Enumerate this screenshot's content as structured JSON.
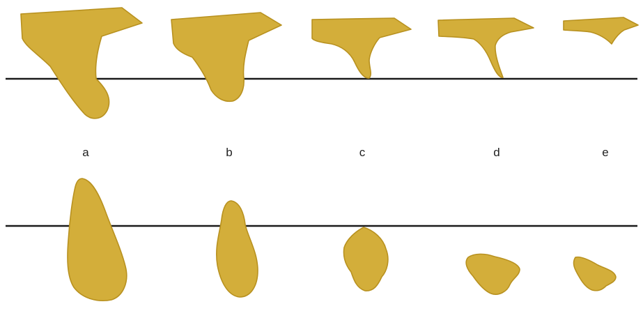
{
  "labels": [
    "a",
    "b",
    "c",
    "d",
    "e"
  ],
  "colors": {
    "shape_fill": "#d3ae3a",
    "shape_edge": "#b8911f",
    "reference_line": "#1a1a1a",
    "background": "#ffffff"
  },
  "rows": [
    {
      "name": "top-row",
      "shape": "protrusion with bulk above the line"
    },
    {
      "name": "bottom-row",
      "shape": "elongated blob crossing the line"
    }
  ]
}
